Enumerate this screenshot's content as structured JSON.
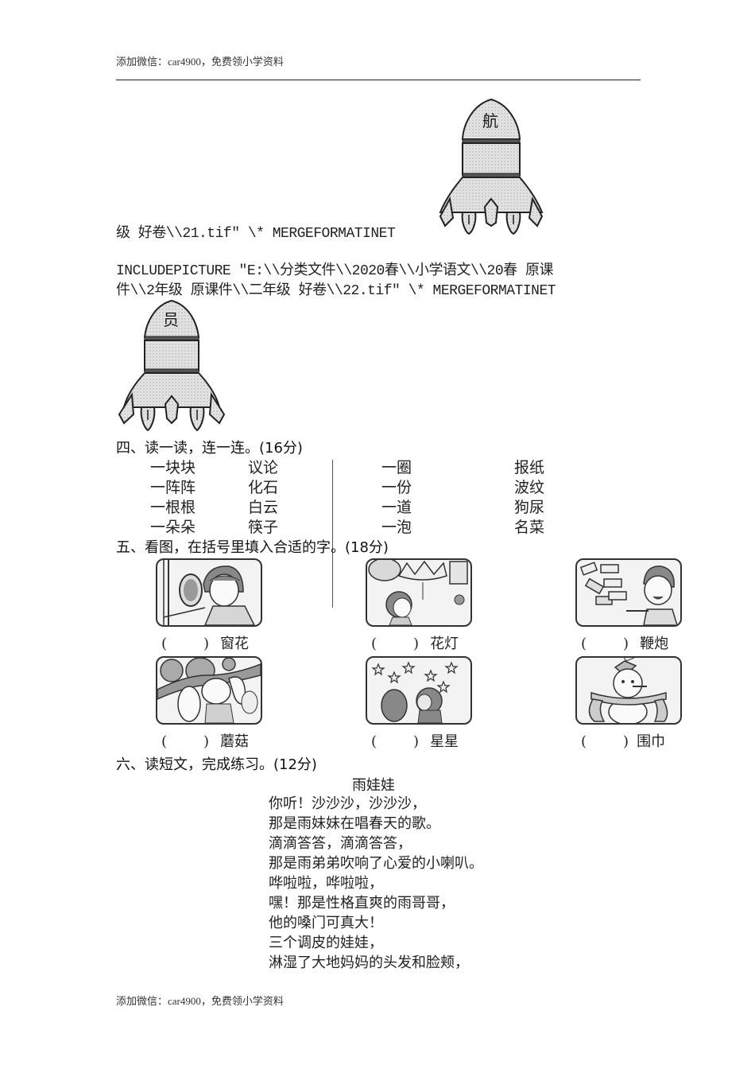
{
  "header": {
    "note": "添加微信：car4900，免费领小学资料"
  },
  "footer": {
    "note": "添加微信：car4900，免费领小学资料"
  },
  "rockets": [
    {
      "char": "航"
    },
    {
      "char": "员"
    }
  ],
  "field_codes": {
    "line1": "级 好卷\\\\21.tif\" \\* MERGEFORMATINET",
    "line2": "INCLUDEPICTURE  \"E:\\\\分类文件\\\\2020春\\\\小学语文\\\\20春 原课",
    "line3": "件\\\\2年级 原课件\\\\二年级 好卷\\\\22.tif\" \\* MERGEFORMATINET"
  },
  "section4": {
    "title": "四、读一读，连一连。(16分)",
    "left_col_a": [
      "一块块",
      "一阵阵",
      "一根根",
      "一朵朵"
    ],
    "left_col_b": [
      "议论",
      "化石",
      "白云",
      "筷子"
    ],
    "right_col_a": [
      "一圈",
      "一份",
      "一道",
      "一泡"
    ],
    "right_col_b": [
      "报纸",
      "波纹",
      "狗尿",
      "名菜"
    ]
  },
  "section5": {
    "title": "五、看图，在括号里填入合适的字。(18分)",
    "items": [
      {
        "open": "(",
        "close": ")",
        "word": "窗花"
      },
      {
        "open": "(",
        "close": ")",
        "word": "花灯"
      },
      {
        "open": "(",
        "close": ")",
        "word": "鞭炮"
      },
      {
        "open": "(",
        "close": ")",
        "word": "蘑菇"
      },
      {
        "open": "(",
        "close": ")",
        "word": "星星"
      },
      {
        "open": "(",
        "close": ")",
        "word": "围巾"
      }
    ]
  },
  "section6": {
    "title": "六、读短文，完成练习。(12分)",
    "poem_title": "雨娃娃",
    "lines": [
      "你听！沙沙沙，沙沙沙，",
      "那是雨妹妹在唱春天的歌。",
      "滴滴答答，滴滴答答，",
      "那是雨弟弟吹响了心爱的小喇叭。",
      "哗啦啦，哗啦啦，",
      "嘿！那是性格直爽的雨哥哥，",
      "他的嗓门可真大！",
      "三个调皮的娃娃，",
      "淋湿了大地妈妈的头发和脸颊，"
    ]
  }
}
